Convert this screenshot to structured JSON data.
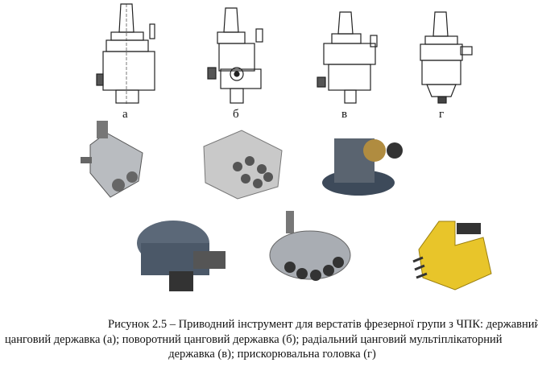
{
  "drawing_labels": [
    "а",
    "б",
    "в",
    "г"
  ],
  "caption": {
    "line1": "Рисунок 2.5 – Приводний інструмент для верстатів фрезерної групи з ЧПК: державний",
    "line2": "цанговий державка (а); поворотний цанговий державка (б); радіальний цанговий мультіплікаторний",
    "line3": "державка (в); прискорювальна головка (г)"
  }
}
